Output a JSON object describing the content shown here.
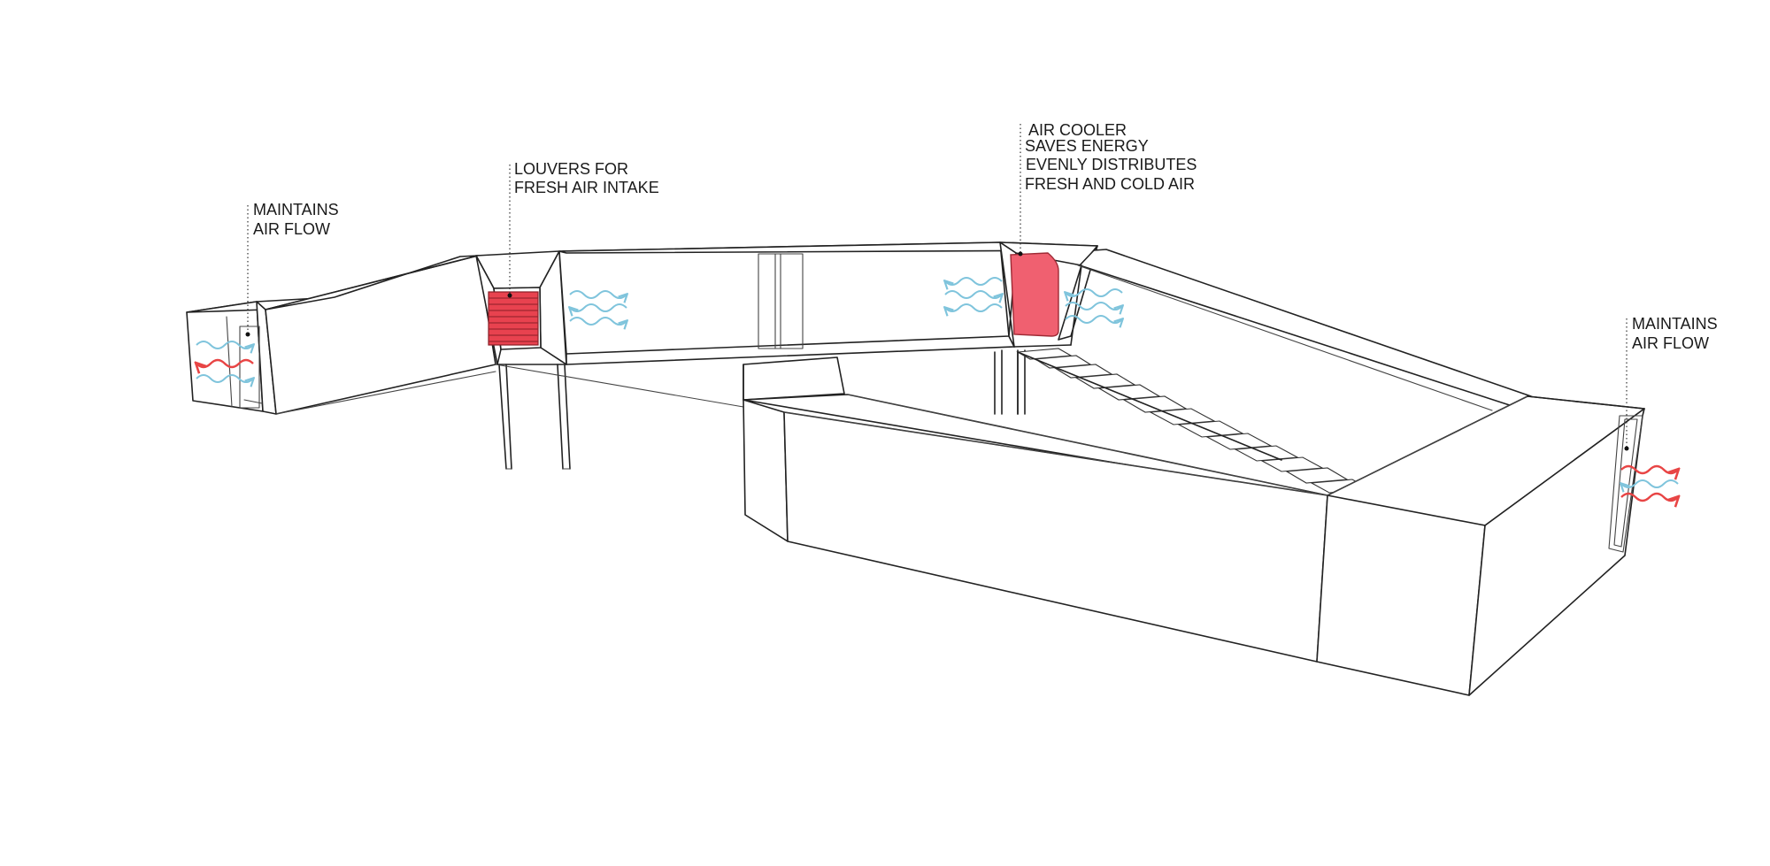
{
  "colors": {
    "accent_red": "#f06070",
    "louver_red": "#e8424f",
    "cool_air": "#7fc4dc",
    "warm_air": "#e84545",
    "line": "#222222"
  },
  "labels": {
    "left_airflow": [
      "MAINTAINS",
      "AIR FLOW"
    ],
    "louvers": [
      "LOUVERS FOR",
      "FRESH AIR INTAKE"
    ],
    "air_cooler": [
      "AIR COOLER",
      "SAVES ENERGY",
      "EVENLY DISTRIBUTES",
      "FRESH AND COLD AIR"
    ],
    "right_airflow": [
      "MAINTAINS",
      "AIR FLOW"
    ]
  },
  "icons": {
    "cool_air": "wavy-arrow-icon",
    "warm_air": "wavy-arrow-icon",
    "louver": "louver-grille-icon",
    "cooler": "air-cooler-unit-icon"
  }
}
